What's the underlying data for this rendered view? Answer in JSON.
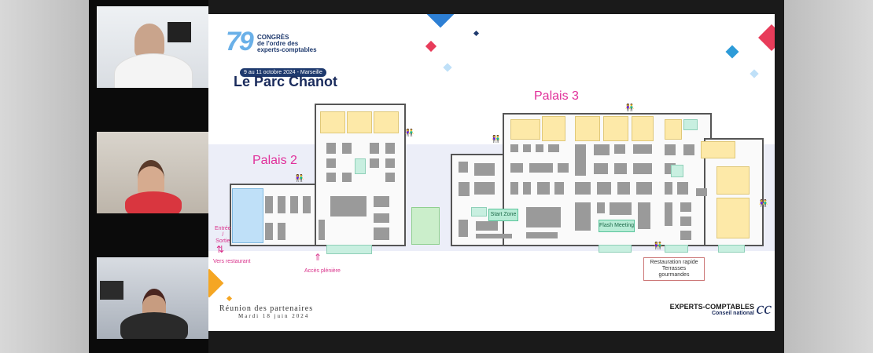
{
  "slide": {
    "logo": {
      "number": "79",
      "title_lines": [
        "CONGRÈS",
        "de l'ordre des",
        "experts-comptables"
      ],
      "dates": "9 au 11 octobre 2024 - Marseille"
    },
    "title": "Le Parc Chanot",
    "halls": {
      "palais2": "Palais 2",
      "palais3": "Palais 3"
    },
    "labels": {
      "entree_sortie": [
        "Entrée",
        "/",
        "Sortie"
      ],
      "vers_restaurant": "Vers restaurant",
      "acces_pleniere": "Accès plénière",
      "start_zone": "Start Zone",
      "flash_meeting": "Flash Meeting",
      "restauration": [
        "Restauration rapide",
        "Terrasses gourmandes"
      ]
    },
    "footer": {
      "event": "Réunion des partenaires",
      "date": "Mardi 18 juin 2024",
      "org_name": "EXPERTS-COMPTABLES",
      "org_sub": "Conseil national"
    }
  },
  "icons": {
    "restroom": "restroom-icon",
    "arrow": "arrow-up-icon"
  },
  "colors": {
    "title": "#1a2b5c",
    "hall_label": "#e0309a",
    "accent_blue": "#6ab0e8",
    "accent_red": "#e83c5a"
  }
}
